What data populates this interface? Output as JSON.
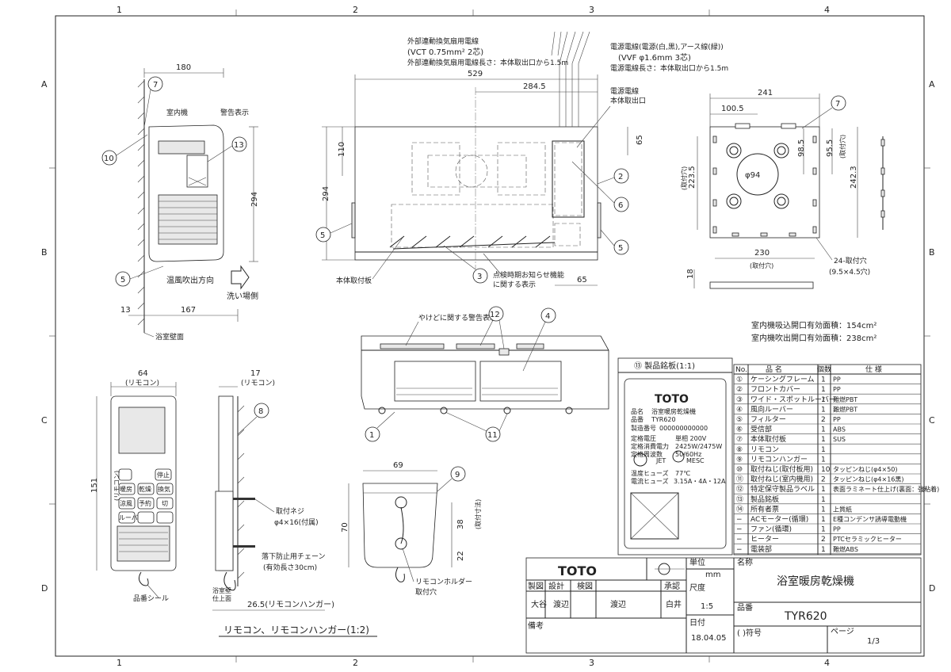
{
  "grid": {
    "cols": [
      "1",
      "2",
      "3",
      "4"
    ],
    "rows": [
      "A",
      "B",
      "C",
      "D"
    ]
  },
  "side_view": {
    "dim_width": "180",
    "dim_height": "294",
    "dim_depth": "167",
    "dim_offset": "13",
    "label_unit": "室内機",
    "label_warning": "警告表示",
    "label_warm_air": "温風吹出方向",
    "label_wash": "洗い場側",
    "label_wall": "浴室壁面",
    "balloons": [
      "7",
      "10",
      "13",
      "5"
    ]
  },
  "front_view": {
    "dim_width": "529",
    "dim_284": "284.5",
    "dim_110": "110",
    "dim_294": "294",
    "dim_65_top": "65",
    "dim_65_bottom": "65",
    "note_vent": "外部連動換気扇用電線",
    "note_vct": "(VCT 0.75mm² 2芯)",
    "note_vent_len": "外部連動換気扇用電線長さ：本体取出口から1.5m",
    "note_power": "電源電線(電源(白,黒),アース線(緑))",
    "note_vvf": "(VVF φ1.6mm 3芯)",
    "note_power_len": "電源電線長さ：本体取出口から1.5m",
    "note_outlet_1": "電源電線",
    "note_outlet_2": "本体取出口",
    "label_plate": "本体取付板",
    "label_timer_1": "点検時期お知らせ機能",
    "label_timer_2": "に関する表示",
    "balloons": [
      "2",
      "6",
      "5",
      "3",
      "5"
    ]
  },
  "top_view": {
    "dim_241": "241",
    "dim_100": "100.5",
    "dim_98": "98.5",
    "dim_95": "95.5",
    "dim_95_note": "(取付穴)",
    "dim_223": "223.5",
    "dim_223_note": "(取付穴)",
    "dim_242": "242.3",
    "dim_94": "φ94",
    "dim_230": "230",
    "dim_230_note": "(取付穴)",
    "dim_18": "18",
    "holes_1": "24-取付穴",
    "holes_2": "(9.5×4.5穴)",
    "balloon": "7"
  },
  "area_notes": [
    "室内機吸込開口有効面積：154cm²",
    "室内機吹出開口有効面積：238cm²"
  ],
  "iso_view": {
    "label_burn": "やけどに関する警告表示",
    "balloons": [
      "12",
      "4",
      "1",
      "11"
    ]
  },
  "remote": {
    "dim_64": "64",
    "dim_64_note": "(リモコン)",
    "dim_17": "17",
    "dim_17_note": "(リモコン)",
    "dim_151": "151",
    "dim_151_note": "(リモコン)",
    "label_screw_1": "取付ネジ",
    "label_screw_2": "φ4×16(付属)",
    "label_chain_1": "落下防止用チェーン",
    "label_chain_2": "(有効長さ30cm)",
    "label_seal": "品番シール",
    "label_wall_1": "浴室壁",
    "label_wall_2": "仕上面",
    "dim_265": "26.5(リモコンハンガー)",
    "caption": "リモコン、リモコンハンガー(1:2)",
    "btn_stop": "停止",
    "btn_heat": "暖房",
    "btn_dry": "乾燥",
    "btn_vent": "換気",
    "btn_cool": "涼風",
    "btn_reserve": "予約",
    "btn_off": "切",
    "btn_louver": "ルーバー",
    "balloon": "8"
  },
  "hanger": {
    "dim_69": "69",
    "dim_70": "70",
    "dim_38": "38",
    "dim_38_note": "(取付寸法)",
    "dim_22": "22",
    "label_holder_1": "リモコンホルダー",
    "label_holder_2": "取付穴",
    "balloon": "9"
  },
  "nameplate": {
    "title": "⑬ 製品銘板(1:1)",
    "brand": "TOTO",
    "row_name_k": "品名",
    "row_name_v": "浴室暖房乾燥機",
    "row_model_k": "品番",
    "row_model_v": "TYR620",
    "row_serial_k": "製造番号",
    "row_serial_v": "000000000000",
    "row_v_k": "定格電圧",
    "row_v_v": "単相 200V",
    "row_w_k": "定格消費電力",
    "row_w_v": "2425W/2475W",
    "row_hz_k": "定格周波数",
    "row_hz_v": "50/60Hz",
    "row_temp_k": "温度ヒューズ",
    "row_temp_v": "77℃",
    "row_fuse_k": "電流ヒューズ",
    "row_fuse_v": "3.15A・4A・12A",
    "mark_jet": "JET",
    "mark_mesc": "MESC"
  },
  "parts": {
    "headers": [
      "No.",
      "品 名",
      "個数",
      "仕 様"
    ],
    "rows": [
      [
        "①",
        "ケーシングフレーム",
        "1",
        "PP"
      ],
      [
        "②",
        "フロントカバー",
        "1",
        "PP"
      ],
      [
        "③",
        "ワイド・スポットルーバー",
        "1",
        "難燃PBT"
      ],
      [
        "④",
        "風向ルーバー",
        "1",
        "難燃PBT"
      ],
      [
        "⑤",
        "フィルター",
        "2",
        "PP"
      ],
      [
        "⑥",
        "受信部",
        "1",
        "ABS"
      ],
      [
        "⑦",
        "本体取付板",
        "1",
        "SUS"
      ],
      [
        "⑧",
        "リモコン",
        "1",
        ""
      ],
      [
        "⑨",
        "リモコンハンガー",
        "1",
        ""
      ],
      [
        "⑩",
        "取付ねじ(取付板用)",
        "10",
        "タッピンねじ(φ4×50)"
      ],
      [
        "⑪",
        "取付ねじ(室内機用)",
        "2",
        "タッピンねじ(φ4×16黒)"
      ],
      [
        "⑫",
        "特定保守製品ラベル",
        "1",
        "表面ラミネート仕上げ(裏面：強粘着)"
      ],
      [
        "⑬",
        "製品銘板",
        "1",
        ""
      ],
      [
        "⑭",
        "所有者票",
        "1",
        "上質紙"
      ],
      [
        "−",
        "ACモーター(循環)",
        "1",
        "E種コンデンサ誘導電動機"
      ],
      [
        "−",
        "ファン(循環)",
        "1",
        "PP"
      ],
      [
        "−",
        "ヒーター",
        "2",
        "PTCセラミックヒーター"
      ],
      [
        "−",
        "電装部",
        "1",
        "難燃ABS"
      ]
    ]
  },
  "title_block": {
    "logo": "TOTO",
    "unit_k": "単位",
    "unit_v": "mm",
    "scale_k": "尺度",
    "scale_v": "1:5",
    "date_k": "日付",
    "date_v": "18.04.05",
    "name_k": "名称",
    "name_v": "浴室暖房乾燥機",
    "model_k": "品番",
    "model_v": "TYR620",
    "sym": "(  )符号",
    "page_k": "ページ",
    "page_v": "1/3",
    "h1": "製図",
    "h2": "設計",
    "h3": "検図",
    "h4": "承認",
    "s1": "大谷",
    "s2": "渡辺",
    "s3": "渡辺",
    "s4": "白井",
    "remarks": "備考"
  }
}
